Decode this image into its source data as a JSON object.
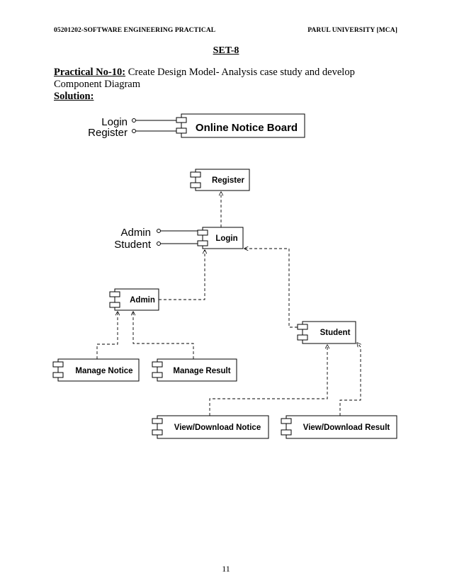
{
  "header": {
    "left": "05201202-SOFTWARE ENGINEERING PRACTICAL",
    "right": "PARUL UNIVERSITY [MCA]"
  },
  "set_title": "SET-8",
  "practical": {
    "label": "Practical No-10:",
    "text": " Create Design Model- Analysis case study and develop Component Diagram"
  },
  "solution_label": "Solution:",
  "diagram": {
    "top_component": "Online Notice Board",
    "top_interfaces": [
      "Login",
      "Register"
    ],
    "components": {
      "register": "Register",
      "login": "Login",
      "admin": "Admin",
      "student": "Student",
      "manage_notice": "Manage Notice",
      "manage_result": "Manage Result",
      "view_notice": "View/Download Notice",
      "view_result": "View/Download Result"
    },
    "login_interfaces": [
      "Admin",
      "Student"
    ]
  },
  "page_number": "11"
}
